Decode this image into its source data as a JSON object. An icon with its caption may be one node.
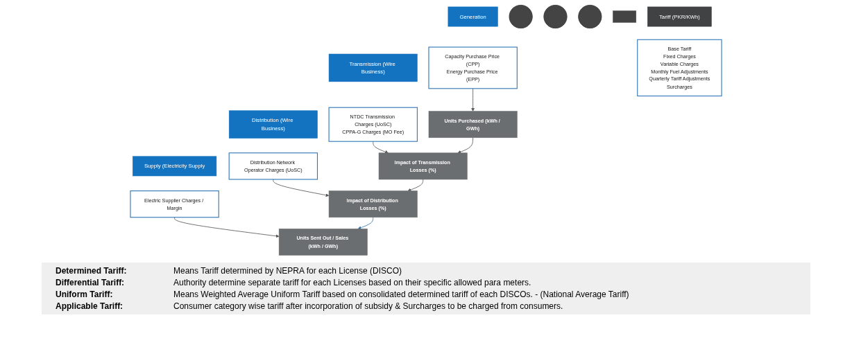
{
  "diagram": {
    "nodes": [
      {
        "text": [
          "Generation"
        ]
      },
      {
        "text": [],
        "shape": "plus"
      },
      {
        "text": [
          "Transmission (Wire Business)"
        ]
      },
      {
        "text": [],
        "shape": "plus"
      },
      {
        "text": [
          "Distribution (Wire Business)"
        ]
      },
      {
        "text": [],
        "shape": "plus"
      },
      {
        "text": [
          "Supply (Electricity Supply"
        ]
      },
      {
        "text": [],
        "shape": "equals"
      },
      {
        "text": [
          "Tariff (PKR/KWh)"
        ]
      },
      {
        "text": [
          "Capacity Purchase Price (CPP)",
          "Energy Purchase Price (EPP)"
        ]
      },
      {
        "text": [
          "NTDC Transmission Charges (UoSC)",
          "CPPA-G Charges (MO Fee)"
        ]
      },
      {
        "text": [
          "Distribution Network Operator Charges (UoSC)"
        ]
      },
      {
        "text": [
          "Electric Supplier Charges / Margin"
        ]
      },
      {
        "text": [
          "Base Tariff",
          "Fixed Charges",
          "Variable Charges",
          "Monthly Fuel Adjustments",
          "Quarterly Tariff Adjustments",
          "Surcharges"
        ]
      },
      {
        "text": [
          "Units Purchased (kWh / GWh)"
        ]
      },
      {
        "text": [
          "Impact of Transmission Losses (%)"
        ]
      },
      {
        "text": [
          "Impact of Distribution Losses (%)"
        ]
      },
      {
        "text": [
          "Units Sent Out / Sales (kWh / GWh)"
        ]
      }
    ],
    "edges": [
      {
        "from": 9,
        "to": 14,
        "arrow": "to"
      },
      {
        "from": 10,
        "to": 15,
        "arrow": "to"
      },
      {
        "from": 11,
        "to": 16,
        "arrow": "to"
      },
      {
        "from": 12,
        "to": 17,
        "arrow": "to"
      },
      {
        "from": 14,
        "to": 15,
        "arrow": "to"
      },
      {
        "from": 15,
        "to": 16,
        "arrow": "to"
      },
      {
        "from": 16,
        "to": 17,
        "arrow": "to",
        "color": "#2e75b6"
      }
    ],
    "labels": [
      "Determined Tariff:",
      "Means Tariff determined by NEPRA for each License (DISCO)",
      "Differential Tariff:",
      "Authority determine separate tariff for each Licenses based on their specific allowed para meters.",
      "Uniform Tariff:",
      "Means Weighted Average Uniform Tariff based on consolidated determined tariff of each DISCOs. - (National Average Tariff)",
      "Applicable Tariff:",
      "Consumer category wise tariff after incorporation of subsidy & Surcharges to be charged from consumers."
    ]
  }
}
